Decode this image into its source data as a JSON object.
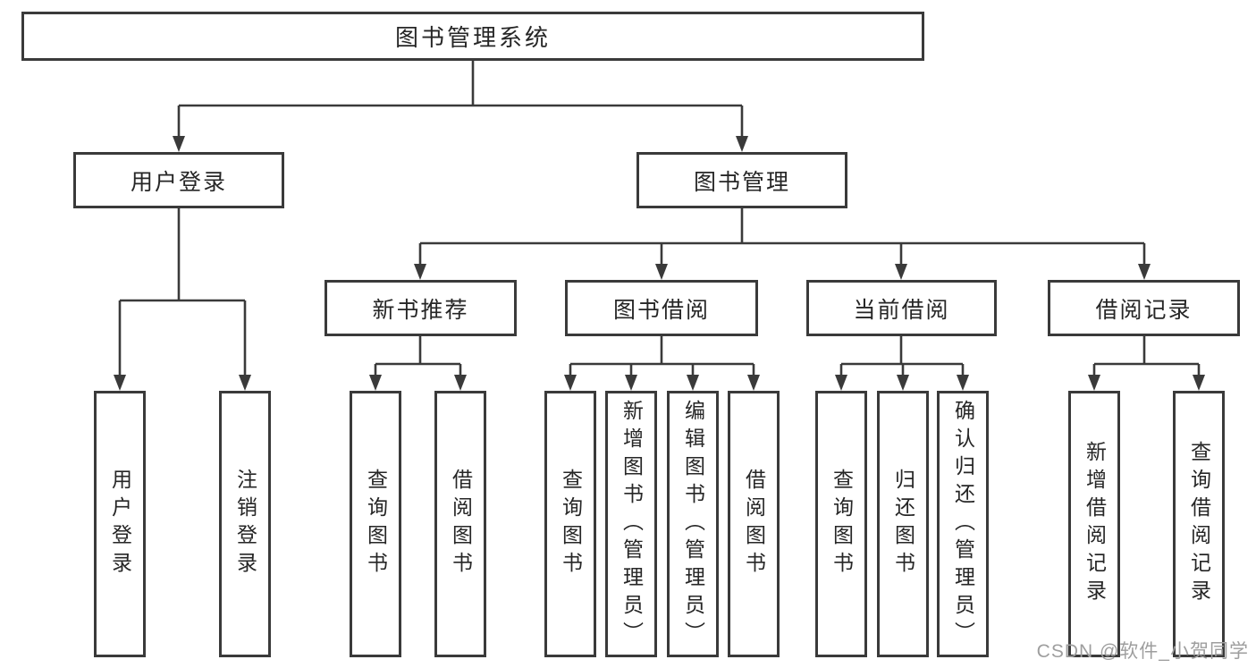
{
  "diagram": {
    "root": {
      "label": "图书管理系统"
    },
    "user_login": {
      "label": "用户登录",
      "children": [
        {
          "label": "用户登录"
        },
        {
          "label": "注销登录"
        }
      ]
    },
    "book_mgmt": {
      "label": "图书管理",
      "sections": [
        {
          "label": "新书推荐",
          "children": [
            {
              "label": "查询图书"
            },
            {
              "label": "借阅图书"
            }
          ]
        },
        {
          "label": "图书借阅",
          "children": [
            {
              "label": "查询图书"
            },
            {
              "label": "新增图书（管理员）"
            },
            {
              "label": "编辑图书（管理员）"
            },
            {
              "label": "借阅图书"
            }
          ]
        },
        {
          "label": "当前借阅",
          "children": [
            {
              "label": "查询图书"
            },
            {
              "label": "归还图书"
            },
            {
              "label": "确认归还（管理员）"
            }
          ]
        },
        {
          "label": "借阅记录",
          "children": [
            {
              "label": "新增借阅记录"
            },
            {
              "label": "查询借阅记录"
            }
          ]
        }
      ]
    }
  },
  "watermark": {
    "text": "CSDN @软件_小贺同学"
  },
  "colors": {
    "line": "#3a3a3a",
    "text": "#262626",
    "watermark": "#9e9e9e",
    "background": "#ffffff"
  }
}
